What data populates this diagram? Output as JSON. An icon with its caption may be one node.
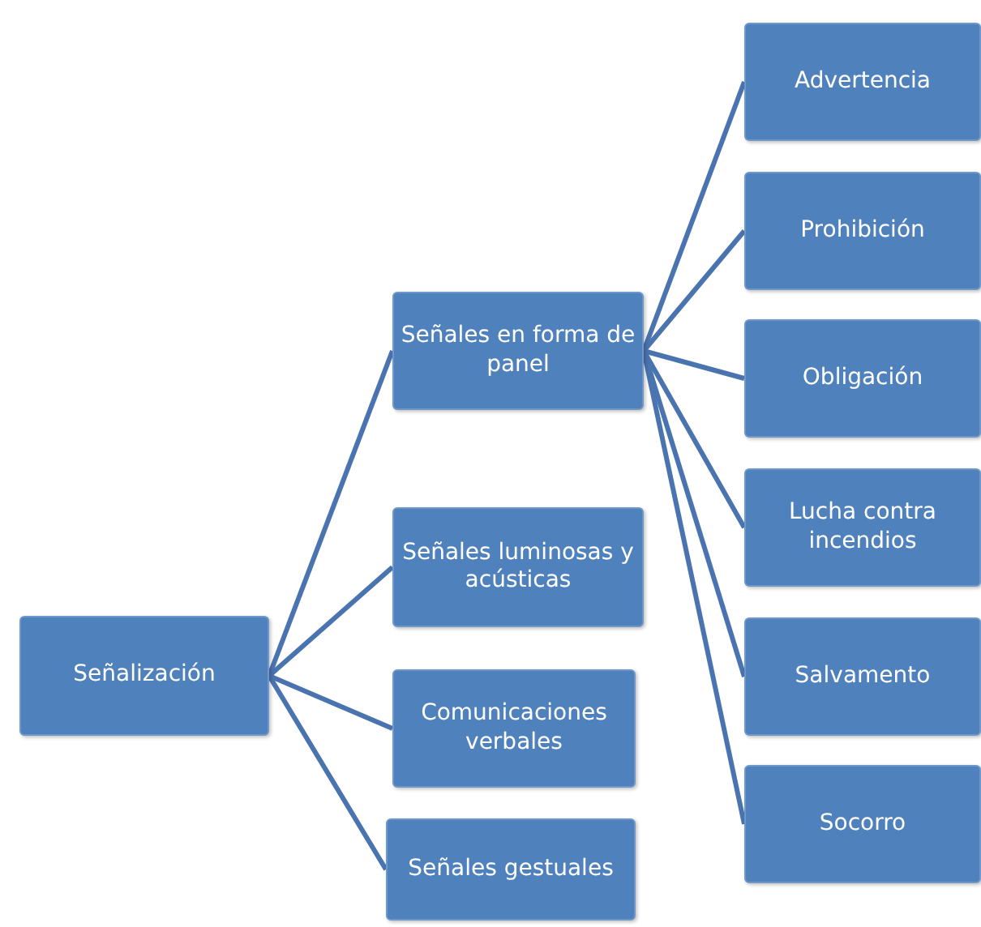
{
  "diagram": {
    "nodes": [
      {
        "text": [
          "Señalización"
        ]
      },
      {
        "text": [
          "Señales en forma de panel"
        ]
      },
      {
        "text": [
          "Señales luminosas y acústicas"
        ]
      },
      {
        "text": [
          "Comunicaciones verbales"
        ]
      },
      {
        "text": [
          "Señales gestuales"
        ]
      },
      {
        "text": [
          "Advertencia"
        ]
      },
      {
        "text": [
          "Prohibición"
        ]
      },
      {
        "text": [
          "Obligación"
        ]
      },
      {
        "text": [
          "Lucha contra incendios"
        ]
      },
      {
        "text": [
          "Salvamento"
        ]
      },
      {
        "text": [
          "Socorro"
        ]
      }
    ],
    "edges": [
      {
        "from": 0,
        "to": 1,
        "arrow": "none"
      },
      {
        "from": 0,
        "to": 2,
        "arrow": "none"
      },
      {
        "from": 0,
        "to": 3,
        "arrow": "none"
      },
      {
        "from": 0,
        "to": 4,
        "arrow": "none"
      },
      {
        "from": 1,
        "to": 5,
        "arrow": "none"
      },
      {
        "from": 1,
        "to": 6,
        "arrow": "none"
      },
      {
        "from": 1,
        "to": 7,
        "arrow": "none"
      },
      {
        "from": 1,
        "to": 8,
        "arrow": "none"
      },
      {
        "from": 1,
        "to": 9,
        "arrow": "none"
      },
      {
        "from": 1,
        "to": 10,
        "arrow": "none"
      }
    ]
  }
}
